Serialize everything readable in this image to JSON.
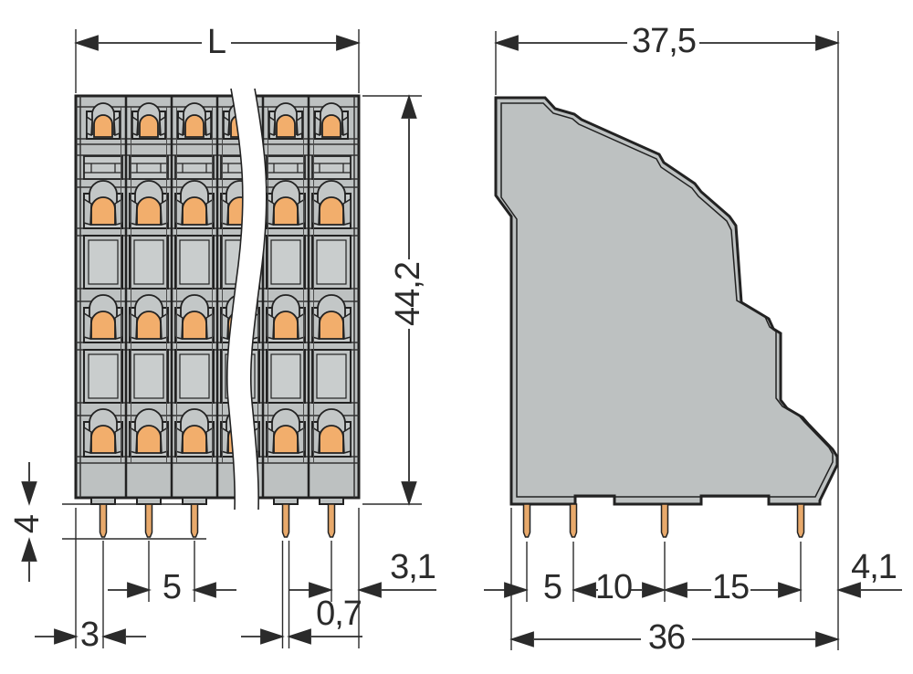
{
  "drawing": {
    "title": "terminal-block-dimension-drawing",
    "front_view": {
      "name": "front-view",
      "columns_visible": 6,
      "levels": 4,
      "pins_visible": 5,
      "dimensions": {
        "overall_width": "L",
        "overall_height": "44,2",
        "pin_length": "4",
        "edge_to_first_pin": "3",
        "pin_pitch": "5",
        "pin_width": "0,7",
        "last_pin_to_edge": "3,1"
      }
    },
    "side_view": {
      "name": "side-view",
      "pins_visible": 4,
      "dimensions": {
        "overall_depth": "37,5",
        "pin_spacing_1": "5",
        "pin_spacing_2": "10",
        "pin_spacing_3": "15",
        "last_pin_to_edge": "4,1",
        "footprint_depth": "36"
      }
    },
    "colors": {
      "housing_gray": "#bdc1c1",
      "recess_gray": "#c6caca",
      "actuator_orange": "#f2ae6c",
      "outline": "#222222",
      "background": "#ffffff"
    }
  }
}
